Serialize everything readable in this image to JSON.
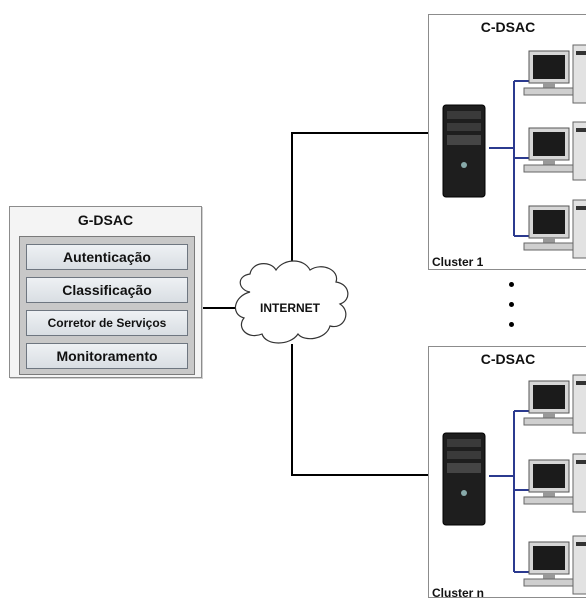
{
  "g_dsac": {
    "title": "G-DSAC",
    "modules": [
      "Autenticação",
      "Classificação",
      "Corretor de Serviços",
      "Monitoramento"
    ]
  },
  "internet": {
    "label": "INTERNET"
  },
  "clusters": [
    {
      "title": "C-DSAC",
      "label": "Cluster 1"
    },
    {
      "title": "C-DSAC",
      "label": "Cluster n"
    }
  ],
  "colors": {
    "connection_line": "#000000",
    "cluster_link": "#2b3a8f",
    "module_fill": "#e4e8ec",
    "panel_fill": "#c8c8c8"
  }
}
